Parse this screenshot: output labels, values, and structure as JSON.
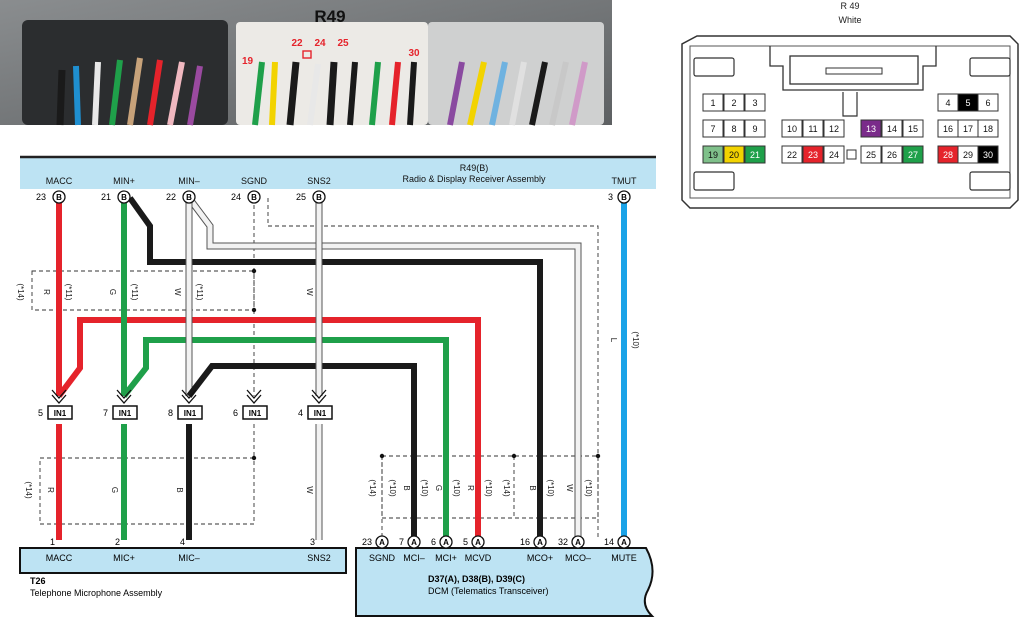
{
  "photo": {
    "title": "R49",
    "pin_labels": [
      "19",
      "22",
      "24",
      "25",
      "30"
    ]
  },
  "pinout": {
    "title": "R 49",
    "color": "White",
    "rows": [
      [
        {
          "n": "1"
        },
        {
          "n": "2"
        },
        {
          "n": "3"
        },
        {
          "n": "4"
        },
        {
          "n": "5",
          "fill": "#000000"
        },
        {
          "n": "6"
        }
      ],
      [
        {
          "n": "7"
        },
        {
          "n": "8"
        },
        {
          "n": "9"
        },
        {
          "n": "10"
        },
        {
          "n": "11"
        },
        {
          "n": "12"
        },
        {
          "n": "13",
          "fill": "#7a2b8a"
        },
        {
          "n": "14"
        },
        {
          "n": "15"
        },
        {
          "n": "16"
        },
        {
          "n": "17"
        },
        {
          "n": "18"
        }
      ],
      [
        {
          "n": "19",
          "fill": "#7fc08a"
        },
        {
          "n": "20",
          "fill": "#f2d300"
        },
        {
          "n": "21",
          "fill": "#1fa04a"
        },
        {
          "n": "22"
        },
        {
          "n": "23",
          "fill": "#e5232b"
        },
        {
          "n": "24"
        },
        {
          "n": "25"
        },
        {
          "n": "26"
        },
        {
          "n": "27",
          "fill": "#1fa04a"
        },
        {
          "n": "28",
          "fill": "#e5232b"
        },
        {
          "n": "29"
        },
        {
          "n": "30",
          "fill": "#000000"
        }
      ]
    ]
  },
  "radio": {
    "code": "R49(B)",
    "name": "Radio & Display Receiver Assembly",
    "connector": "B",
    "pins": [
      {
        "id": "macc",
        "label": "MACC",
        "num": "23"
      },
      {
        "id": "minp",
        "label": "MIN+",
        "num": "21"
      },
      {
        "id": "minm",
        "label": "MIN–",
        "num": "22"
      },
      {
        "id": "sgnd",
        "label": "SGND",
        "num": "24"
      },
      {
        "id": "sns2",
        "label": "SNS2",
        "num": "25"
      },
      {
        "id": "tmut",
        "label": "TMUT",
        "num": "3"
      }
    ]
  },
  "junction": {
    "label": "IN1",
    "pins": [
      {
        "id": "j_macc",
        "num": "5"
      },
      {
        "id": "j_minp",
        "num": "7"
      },
      {
        "id": "j_minm",
        "num": "8"
      },
      {
        "id": "j_sgnd",
        "num": "6"
      },
      {
        "id": "j_sns2",
        "num": "4"
      }
    ]
  },
  "mic": {
    "code": "T26",
    "name": "Telephone Microphone Assembly",
    "pins": [
      {
        "id": "m_macc",
        "label": "MACC",
        "num": "1"
      },
      {
        "id": "m_micp",
        "label": "MIC+",
        "num": "2"
      },
      {
        "id": "m_micm",
        "label": "MIC–",
        "num": "4"
      },
      {
        "id": "m_sns2",
        "label": "SNS2",
        "num": "3"
      }
    ]
  },
  "dcm": {
    "code": "D37(A), D38(B), D39(C)",
    "name": "DCM (Telematics Transceiver)",
    "connector": "A",
    "pins": [
      {
        "id": "d_sgnd",
        "label": "SGND",
        "num": "23"
      },
      {
        "id": "d_mcim",
        "label": "MCI–",
        "num": "7"
      },
      {
        "id": "d_mcip",
        "label": "MCI+",
        "num": "6"
      },
      {
        "id": "d_mcvd",
        "label": "MCVD",
        "num": "5"
      },
      {
        "id": "d_mcop",
        "label": "MCO+",
        "num": "16"
      },
      {
        "id": "d_mcom",
        "label": "MCO–",
        "num": "32"
      },
      {
        "id": "d_mute",
        "label": "MUTE",
        "num": "14"
      }
    ]
  },
  "wire_labels": [
    {
      "id": "w_r_top",
      "color": "R",
      "note": "(*11)",
      "note2": "(*14)"
    },
    {
      "id": "w_g_top",
      "color": "G",
      "note": "(*11)"
    },
    {
      "id": "w_w_top",
      "color": "W",
      "note": "(*11)"
    },
    {
      "id": "w_sns_top",
      "color": "W"
    },
    {
      "id": "w_l",
      "color": "L",
      "note": "(*10)"
    },
    {
      "id": "w_r_bot",
      "color": "R",
      "note": "(*14)"
    },
    {
      "id": "w_g_bot",
      "color": "G"
    },
    {
      "id": "w_b_bot",
      "color": "B"
    },
    {
      "id": "w_sns_bot",
      "color": "W"
    },
    {
      "id": "d_b1",
      "color": "B",
      "note": "(*10)",
      "note2": "(*14)"
    },
    {
      "id": "d_g",
      "color": "G",
      "note": "(*10)"
    },
    {
      "id": "d_r",
      "color": "R",
      "note": "(*10)"
    },
    {
      "id": "d_b2",
      "color": "B",
      "note": "(*10)",
      "note2": "(*14)"
    },
    {
      "id": "d_w",
      "color": "W",
      "note": "(*10)"
    }
  ],
  "colors": {
    "red": "#e5232b",
    "green": "#1fa04a",
    "black": "#1a1a1a",
    "white": "#f2f2f2",
    "blue": "#1aa3e8",
    "band": "#bde3f3"
  }
}
